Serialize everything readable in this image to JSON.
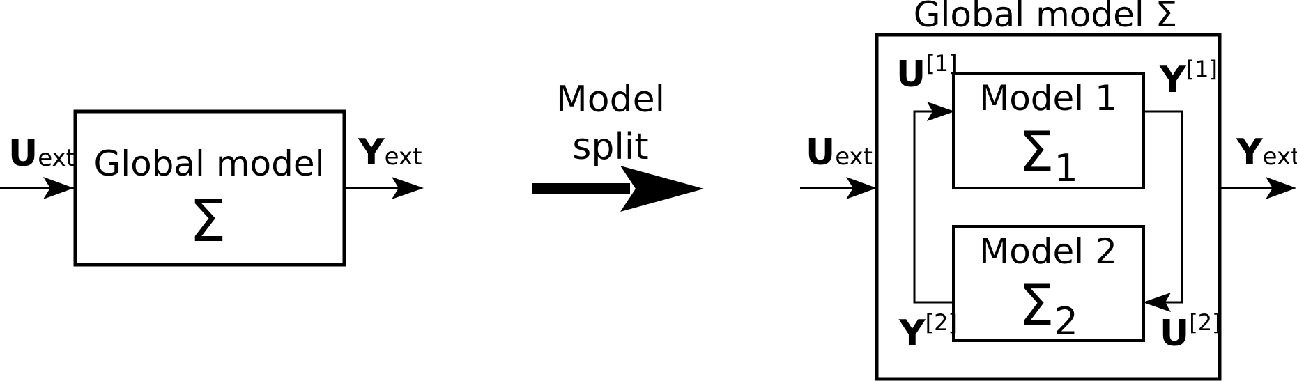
{
  "left": {
    "input": {
      "main": "U",
      "sub": "ext"
    },
    "output": {
      "main": "Y",
      "sub": "ext"
    },
    "block": {
      "title": "Global model",
      "symbol": "Σ"
    }
  },
  "split": {
    "line1": "Model",
    "line2": "split"
  },
  "right": {
    "title": "Global model Σ",
    "input": {
      "main": "U",
      "sub": "ext"
    },
    "output": {
      "main": "Y",
      "sub": "ext"
    },
    "model1": {
      "title": "Model 1",
      "symbol": "Σ",
      "sub": "1"
    },
    "model2": {
      "title": "Model 2",
      "symbol": "Σ",
      "sub": "2"
    },
    "u1": {
      "main": "U",
      "sup": "[1]"
    },
    "y1": {
      "main": "Y",
      "sup": "[1]"
    },
    "y2": {
      "main": "Y",
      "sup": "[2]"
    },
    "u2": {
      "main": "U",
      "sup": "[2]"
    }
  }
}
